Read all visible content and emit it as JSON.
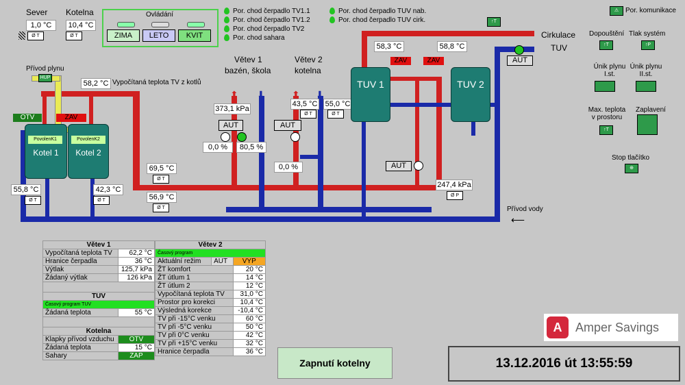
{
  "outdoor": {
    "sever_label": "Sever",
    "sever_value": "1,0 °C",
    "kotelna_label": "Kotelna",
    "kotelna_value": "10,4 °C",
    "sensor_t": "Ø T"
  },
  "ovladani": {
    "title": "Ovládání",
    "zima": "ZIMA",
    "leto": "LETO",
    "kvit": "KVIT"
  },
  "status_lines": [
    "Por. chod čerpadlo TV1.1",
    "Por. chod čerpadlo TV1.2",
    "Por. chod čerpadlo TV2",
    "Por. chod sahara"
  ],
  "status_lines2": [
    "Por. chod čerpadlo TUV nab.",
    "Por. chod čerpadlo TUV cirk."
  ],
  "comm": "Por. komunikace",
  "right_panel": {
    "dopousteni": "Dopouštění",
    "tlak": "Tlak systém",
    "unik1": "Únik plynu I.st.",
    "unik2": "Únik plynu II.st.",
    "max_teplota": "Max. teplota v prostoru",
    "zaplaveni": "Zaplavení",
    "stop": "Stop tlačítko"
  },
  "diagram": {
    "privod_plynu": "Přívod plynu",
    "hup": "HUP",
    "calc_temp": "58,2 °C",
    "calc_temp_label": "Vypočítaná teplota TV z kotlů",
    "otv": "OTV",
    "zav": "ZAV",
    "kotel1": "Kotel 1",
    "kotel2": "Kotel 2",
    "povolen1": "PovolenK1",
    "povolen2": "PovolenK2",
    "t_left": "55,8 °C",
    "t_mid": "42,3 °C",
    "t_ret1": "69,5 °C",
    "t_ret2": "56,9 °C",
    "vetev1": "Větev 1",
    "vetev1_sub": "bazén, škola",
    "vetev2": "Větev 2",
    "vetev2_sub": "kotelna",
    "pressure1": "373,1 kPa",
    "aut": "AUT",
    "v1_valve": "0,0 %",
    "v1_pump": "80,5 %",
    "v2_t1": "43,5 °C",
    "v2_t2": "55,0 °C",
    "v2_valve": "0,0 %",
    "tuv1": "TUV 1",
    "tuv2": "TUV 2",
    "tuv_t1": "58,3 °C",
    "tuv_t2": "58,8 °C",
    "cirkulace": "Cirkulace",
    "tuv": "TUV",
    "pressure2": "247,4 kPa",
    "privod_vody": "Přívod vody",
    "sensor_p": "Ø P"
  },
  "vetev1_table": {
    "title": "Větev 1",
    "rows": [
      [
        "Vypočítaná teplota TV",
        "62,2 °C"
      ],
      [
        "Hranice čerpadla",
        "36 °C"
      ],
      [
        "Výtlak",
        "125,7 kPa"
      ],
      [
        "Žádaný výtlak",
        "126 kPa"
      ]
    ]
  },
  "tuv_table": {
    "title": "TUV",
    "program": "Časový program TUV",
    "row": [
      "Žádaná teplota",
      "55 °C"
    ]
  },
  "kotelna_table": {
    "title": "Kotelna",
    "rows": [
      [
        "Klapky přívod vzduchu",
        "OTV"
      ],
      [
        "Žádaná teplota",
        "15 °C"
      ],
      [
        "Sahary",
        "ZAP"
      ]
    ]
  },
  "vetev2_table": {
    "title": "Větev 2",
    "program": "Časový program",
    "mode_label": "Aktuální režim",
    "mode_aut": "AUT",
    "mode_val": "VYP",
    "rows": [
      [
        "ŽT komfort",
        "20 °C"
      ],
      [
        "ŽT útlum 1",
        "14 °C"
      ],
      [
        "ŽT útlum 2",
        "12 °C"
      ],
      [
        "Vypočítaná teplota TV",
        "31,0 °C"
      ],
      [
        "Prostor pro korekci",
        "10,4 °C"
      ],
      [
        "Výsledná korekce",
        "-10,4 °C"
      ],
      [
        "TV při -15°C venku",
        "60 °C"
      ],
      [
        "TV při -5°C venku",
        "50 °C"
      ],
      [
        "TV při 0°C venku",
        "42 °C"
      ],
      [
        "TV při +15°C venku",
        "32 °C"
      ],
      [
        "Hranice čerpadla",
        "36 °C"
      ]
    ]
  },
  "zapnuti": "Zapnutí kotelny",
  "datetime": "13.12.2016 út 13:55:59",
  "brand": "Amper Savings",
  "colors": {
    "hot": "#d02020",
    "cold": "#1a2aa8",
    "ok": "#22c422",
    "warn": "#f5a623"
  }
}
